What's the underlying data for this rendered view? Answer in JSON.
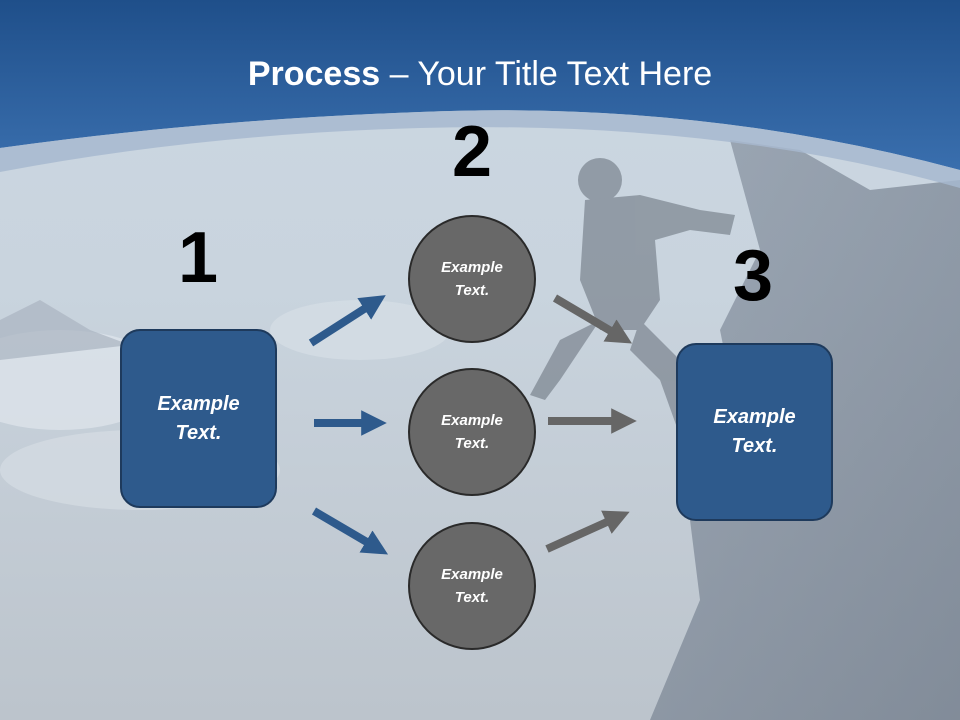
{
  "slide": {
    "title_bold": "Process",
    "title_rest": " – Your Title Text Here"
  },
  "steps": {
    "one": {
      "number": "1",
      "label": "Example\nText."
    },
    "two": {
      "number": "2"
    },
    "three": {
      "number": "3",
      "label": "Example\nText."
    }
  },
  "circles": [
    {
      "label": "Example\nText."
    },
    {
      "label": "Example\nText."
    },
    {
      "label": "Example\nText."
    }
  ],
  "colors": {
    "header_blue": "#2d5e9a",
    "box_fill": "#2e5a8c",
    "circle_fill": "#686868",
    "arrow_blue": "#2e5a8c",
    "arrow_gray": "#666666"
  }
}
